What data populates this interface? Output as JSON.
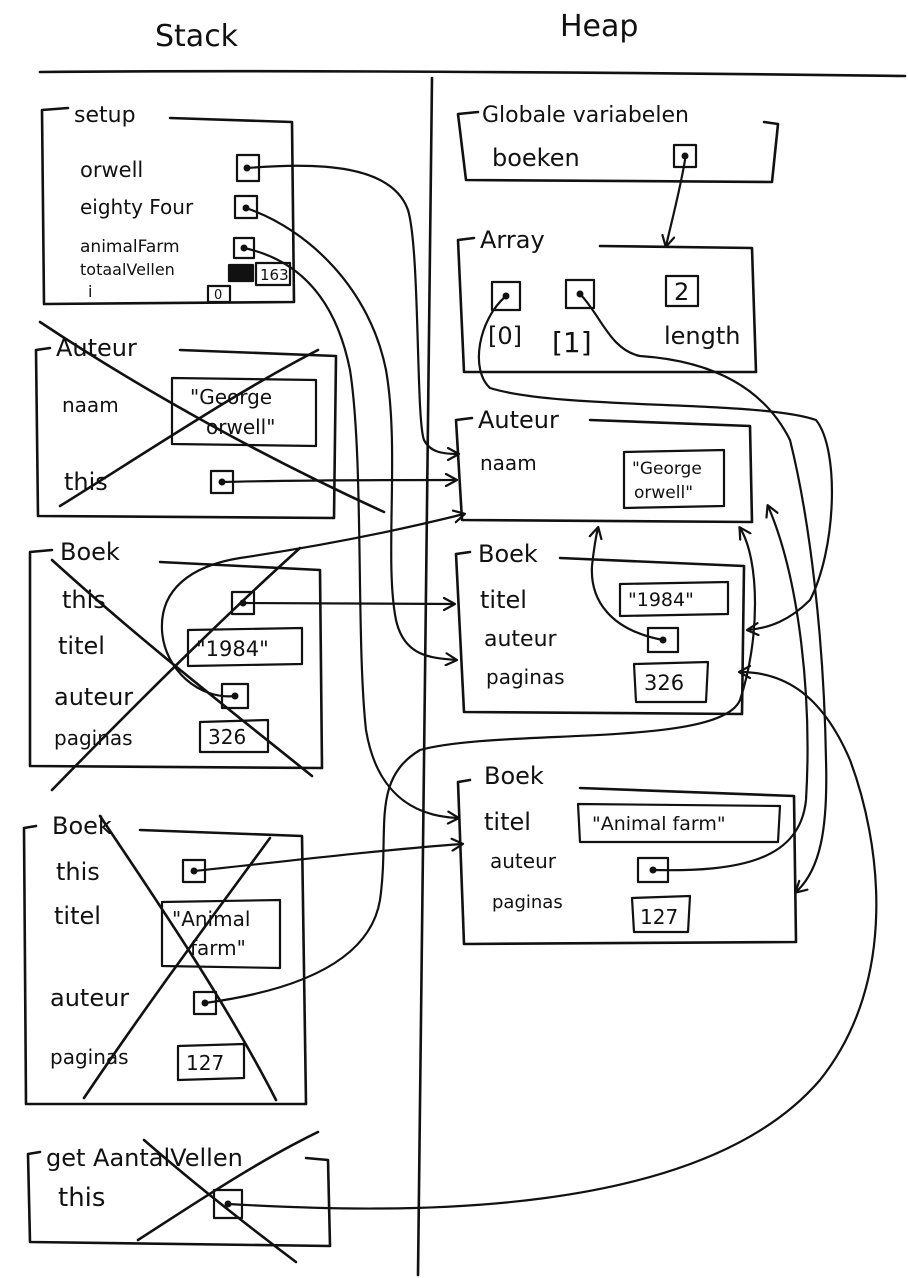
{
  "columns": {
    "stack": "Stack",
    "heap": "Heap"
  },
  "stack": {
    "setup": {
      "title": "setup",
      "vars": [
        "orwell",
        "eighty Four",
        "animalFarm",
        "totaalVellen",
        "i"
      ],
      "totaalVellen_value": "163",
      "i_value": "0"
    },
    "auteur": {
      "title": "Auteur",
      "naam_label": "naam",
      "naam_value_1": "\"George",
      "naam_value_2": "orwell\"",
      "this_label": "this"
    },
    "boek1": {
      "title": "Boek",
      "this_label": "this",
      "titel_label": "titel",
      "titel_value": "\"1984\"",
      "auteur_label": "auteur",
      "paginas_label": "paginas",
      "paginas_value": "326"
    },
    "boek2": {
      "title": "Boek",
      "this_label": "this",
      "titel_label": "titel",
      "titel_value_1": "\"Animal",
      "titel_value_2": "farm\"",
      "auteur_label": "auteur",
      "paginas_label": "paginas",
      "paginas_value": "127"
    },
    "getAantal": {
      "title": "get AantalVellen",
      "this_label": "this"
    }
  },
  "heap": {
    "globals": {
      "title": "Globale variabelen",
      "boeken_label": "boeken"
    },
    "array": {
      "title": "Array",
      "idx0": "[0]",
      "idx1": "[1]",
      "length_label": "length",
      "length_value": "2"
    },
    "auteur": {
      "title": "Auteur",
      "naam_label": "naam",
      "naam_value_1": "\"George",
      "naam_value_2": "orwell\""
    },
    "boek1": {
      "title": "Boek",
      "titel_label": "titel",
      "titel_value": "\"1984\"",
      "auteur_label": "auteur",
      "paginas_label": "paginas",
      "paginas_value": "326"
    },
    "boek2": {
      "title": "Boek",
      "titel_label": "titel",
      "titel_value": "\"Animal farm\"",
      "auteur_label": "auteur",
      "paginas_label": "paginas",
      "paginas_value": "127"
    }
  }
}
